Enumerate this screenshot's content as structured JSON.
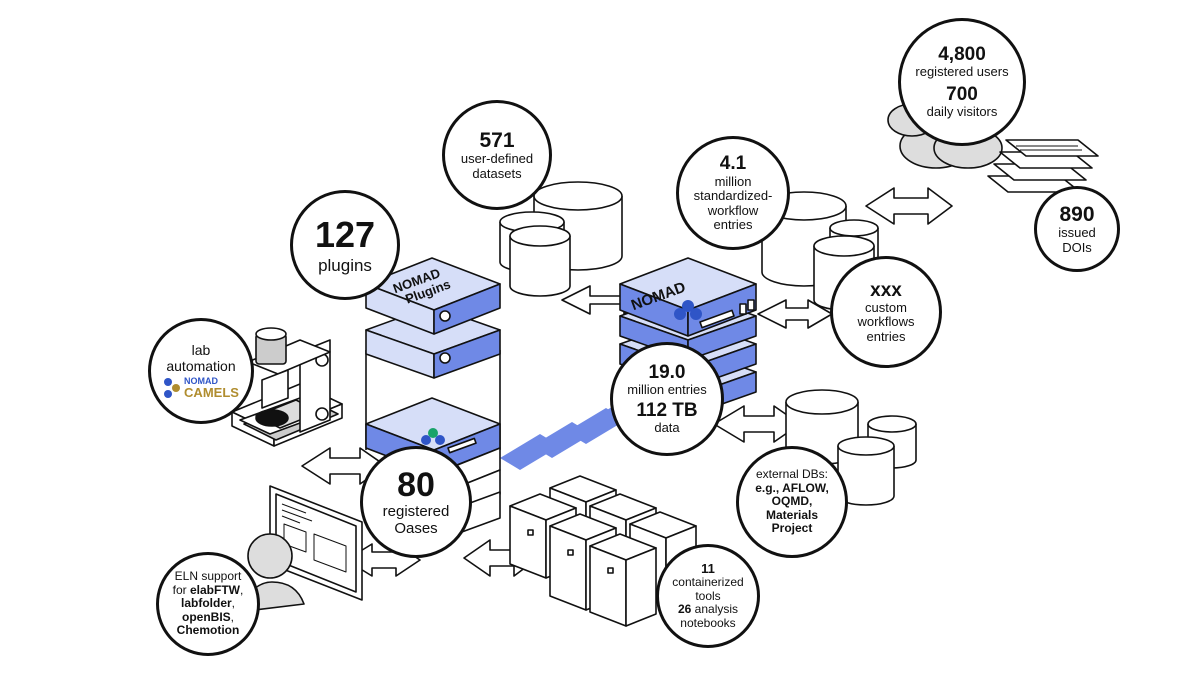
{
  "colors": {
    "outline": "#111111",
    "box_top": "#d6def8",
    "box_face": "#6f89e6",
    "box_dark": "#4f67c9",
    "logo_blue": "#2f55c7",
    "logo_green": "#19a36a",
    "camels_gold": "#b08d2f"
  },
  "stacks": {
    "plugins_label": "NOMAD\nPlugins",
    "nomad_label": "NOMAD"
  },
  "bubbles": {
    "plugins": {
      "value": "127",
      "label": "plugins"
    },
    "datasets": {
      "value": "571",
      "label1": "user-defined",
      "label2": "datasets"
    },
    "workflow": {
      "value": "4.1",
      "label1": "million",
      "label2": "standardized-",
      "label3": "workflow",
      "label4": "entries"
    },
    "users": {
      "value": "4,800",
      "label": "registered users",
      "value2": "700",
      "label2": "daily visitors"
    },
    "dois": {
      "value": "890",
      "label1": "issued",
      "label2": "DOIs"
    },
    "custom": {
      "value": "xxx",
      "label1": "custom",
      "label2": "workflows",
      "label3": "entries"
    },
    "entries": {
      "value": "19.0",
      "label": "million entries",
      "value2": "112 TB",
      "label2": "data"
    },
    "lab": {
      "label1": "lab",
      "label2": "automation",
      "logo_nomad": "NOMAD",
      "logo_camels": "CAMELS"
    },
    "oases": {
      "value": "80",
      "label1": "registered",
      "label2": "Oases"
    },
    "external": {
      "label": "external DBs:",
      "line1": "e.g., AFLOW,",
      "line2": "OQMD,",
      "line3": "Materials",
      "line4": "Project"
    },
    "tools": {
      "value1": "11",
      "label1": "containerized",
      "label1b": "tools",
      "value2": "26",
      "label2": "analysis",
      "label2b": "notebooks"
    },
    "eln": {
      "prefix": "ELN support",
      "for": "for ",
      "item1": "elabFTW",
      "item2": "labfolder",
      "item3": "openBIS",
      "item4": "Chemotion"
    }
  }
}
